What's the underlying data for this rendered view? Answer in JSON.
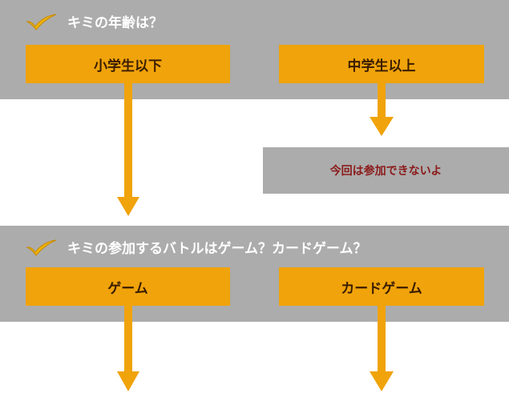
{
  "question1": {
    "text": "キミの年齢は？"
  },
  "question1_options": [
    "小学生以下",
    "中学生以上"
  ],
  "note": {
    "text": "今回は参加できないよ"
  },
  "question2": {
    "text": "キミの参加するバトルはゲーム？カードゲーム？"
  },
  "question2_options": [
    "ゲーム",
    "カードゲーム"
  ],
  "colors": {
    "panel": "#acacac",
    "option": "#f0a30a",
    "arrow": "#f0a30a",
    "check": "#f0b400",
    "note_text": "#8b1a1a"
  }
}
